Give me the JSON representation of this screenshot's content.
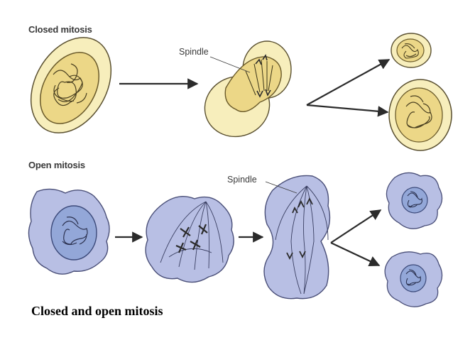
{
  "headings": {
    "closed": "Closed mitosis",
    "open": "Open mitosis"
  },
  "labels": {
    "spindle_closed": "Spindle",
    "spindle_open": "Spindle"
  },
  "caption": "Closed and open mitosis",
  "colors": {
    "yeast_fill": "#f7eebc",
    "yeast_outline": "#5a5030",
    "yeast_nucleus": "#ecd787",
    "animal_fill": "#b8bfe4",
    "animal_nucleus": "#93a7d8",
    "ink": "#2b2b2b"
  }
}
